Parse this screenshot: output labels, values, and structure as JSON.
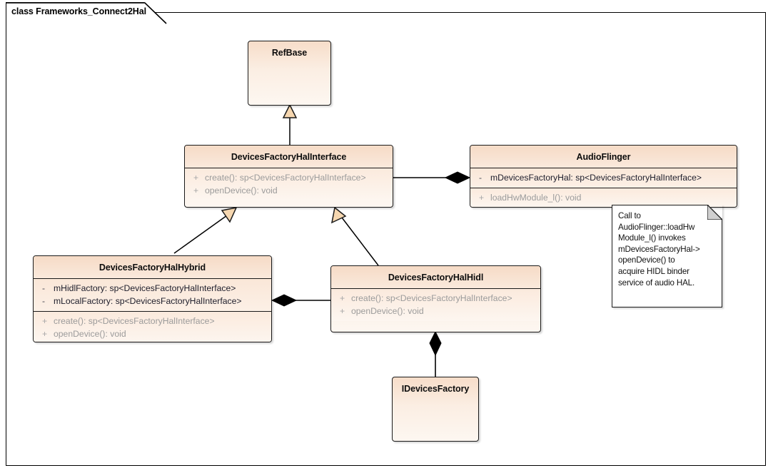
{
  "diagram": {
    "title": "class Frameworks_Connect2Hal",
    "background": "#ffffff",
    "border_color": "#000000",
    "class_fill": "#fae7d8",
    "class_border": "#1a1a1a",
    "method_text_color": "#9b9b9b",
    "attribute_text_color": "#1d1d2b",
    "connector_color": "#000000",
    "generalization_arrow_fill": "#f6d7b0"
  },
  "classes": {
    "refbase": {
      "name": "RefBase",
      "attributes": [],
      "methods": []
    },
    "devices_factory_hal_interface": {
      "name": "DevicesFactoryHalInterface",
      "attributes": [],
      "methods": [
        {
          "visibility": "+",
          "text": "create(): sp<DevicesFactoryHalInterface>"
        },
        {
          "visibility": "+",
          "text": "openDevice(): void"
        }
      ]
    },
    "audio_flinger": {
      "name": "AudioFlinger",
      "attributes": [
        {
          "visibility": "-",
          "text": "mDevicesFactoryHal: sp<DevicesFactoryHalInterface>"
        }
      ],
      "methods": [
        {
          "visibility": "+",
          "text": "loadHwModule_l(): void"
        }
      ]
    },
    "devices_factory_hal_hybrid": {
      "name": "DevicesFactoryHalHybrid",
      "attributes": [
        {
          "visibility": "-",
          "text": "mHidlFactory: sp<DevicesFactoryHalInterface>"
        },
        {
          "visibility": "-",
          "text": "mLocalFactory: sp<DevicesFactoryHalInterface>"
        }
      ],
      "methods": [
        {
          "visibility": "+",
          "text": "create(): sp<DevicesFactoryHalInterface>"
        },
        {
          "visibility": "+",
          "text": "openDevice(): void"
        }
      ]
    },
    "devices_factory_hal_hidl": {
      "name": "DevicesFactoryHalHidl",
      "attributes": [],
      "methods": [
        {
          "visibility": "+",
          "text": "create(): sp<DevicesFactoryHalInterface>"
        },
        {
          "visibility": "+",
          "text": "openDevice(): void"
        }
      ]
    },
    "idevices_factory": {
      "name": "IDevicesFactory",
      "attributes": [],
      "methods": []
    }
  },
  "note": {
    "text": "Call to\nAudioFlinger::loadHw\nModule_l() invokes\nmDevicesFactoryHal->\nopenDevice() to\nacquire HIDL binder\nservice of audio HAL."
  },
  "relationships": [
    {
      "type": "generalization",
      "from": "DevicesFactoryHalInterface",
      "to": "RefBase"
    },
    {
      "type": "generalization",
      "from": "DevicesFactoryHalHybrid",
      "to": "DevicesFactoryHalInterface"
    },
    {
      "type": "generalization",
      "from": "DevicesFactoryHalHidl",
      "to": "DevicesFactoryHalInterface"
    },
    {
      "type": "composition",
      "from": "AudioFlinger",
      "to": "DevicesFactoryHalInterface"
    },
    {
      "type": "composition",
      "from": "DevicesFactoryHalHybrid",
      "to": "DevicesFactoryHalHidl"
    },
    {
      "type": "composition",
      "from": "DevicesFactoryHalHidl",
      "to": "IDevicesFactory"
    }
  ]
}
